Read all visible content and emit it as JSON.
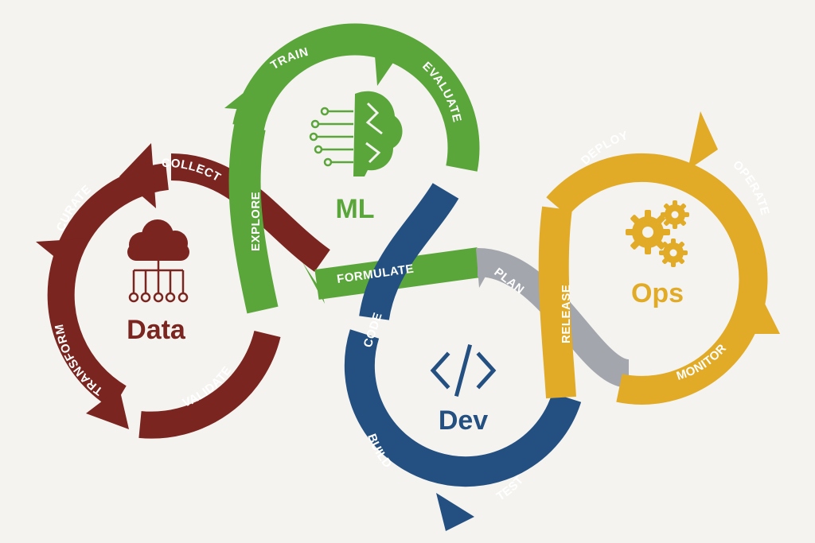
{
  "colors": {
    "data": "#7a2520",
    "ml": "#5aa63a",
    "dev": "#235080",
    "ops": "#e1ab28",
    "plan": "#a3a6ad",
    "background": "#f4f3ef"
  },
  "categories": {
    "data": "Data",
    "ml": "ML",
    "dev": "Dev",
    "ops": "Ops"
  },
  "icons": {
    "data": "cloud-network-icon",
    "ml": "brain-circuit-icon",
    "dev": "code-brackets-icon",
    "ops": "gears-icon"
  },
  "stages": {
    "collect": "COLLECT",
    "curate": "CURATE",
    "transform": "TRANSFORM",
    "validate": "VALIDATE",
    "explore": "EXPLORE",
    "train": "TRAIN",
    "evaluate": "EVALUATE",
    "formulate": "FORMULATE",
    "code": "CODE",
    "build": "BUILD",
    "test": "TEST",
    "plan": "PLAN",
    "release": "RELEASE",
    "deploy": "DEPLOY",
    "operate": "OPERATE",
    "monitor": "MONITOR"
  }
}
